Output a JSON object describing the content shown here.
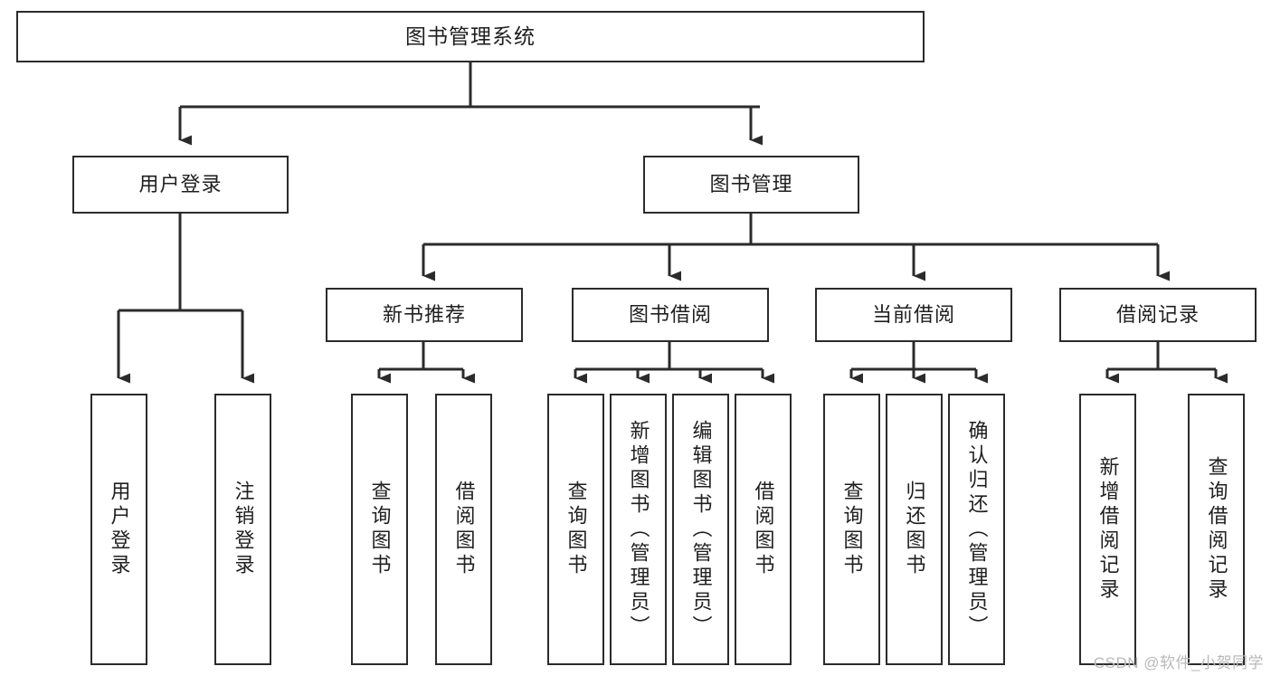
{
  "diagram": {
    "type": "tree-hierarchy",
    "title": "图书管理系统",
    "watermark": "CSDN @软件_小贺同学",
    "colors": {
      "box_border": "#2b2b2b",
      "box_fill": "#ffffff",
      "connector": "#2b2b2b",
      "text": "#1f1f1f",
      "watermark": "#b9b9b9"
    },
    "nodes": {
      "root": {
        "label": "图书管理系统",
        "level": 1
      },
      "l2": [
        {
          "label": "用户登录",
          "level": 2
        },
        {
          "label": "图书管理",
          "level": 2
        }
      ],
      "l3": [
        {
          "label": "新书推荐",
          "level": 3,
          "parent": "图书管理"
        },
        {
          "label": "图书借阅",
          "level": 3,
          "parent": "图书管理"
        },
        {
          "label": "当前借阅",
          "level": 3,
          "parent": "图书管理"
        },
        {
          "label": "借阅记录",
          "level": 3,
          "parent": "图书管理"
        }
      ],
      "leaves": [
        {
          "label": "用户登录",
          "parent": "用户登录"
        },
        {
          "label": "注销登录",
          "parent": "用户登录"
        },
        {
          "label": "查询图书",
          "parent": "新书推荐"
        },
        {
          "label": "借阅图书",
          "parent": "新书推荐"
        },
        {
          "label": "查询图书",
          "parent": "图书借阅"
        },
        {
          "label": "新增图书（管理员）",
          "parent": "图书借阅"
        },
        {
          "label": "编辑图书（管理员）",
          "parent": "图书借阅"
        },
        {
          "label": "借阅图书",
          "parent": "图书借阅"
        },
        {
          "label": "查询图书",
          "parent": "当前借阅"
        },
        {
          "label": "归还图书",
          "parent": "当前借阅"
        },
        {
          "label": "确认归还（管理员）",
          "parent": "当前借阅"
        },
        {
          "label": "新增借阅记录",
          "parent": "借阅记录"
        },
        {
          "label": "查询借阅记录",
          "parent": "借阅记录"
        }
      ]
    }
  }
}
